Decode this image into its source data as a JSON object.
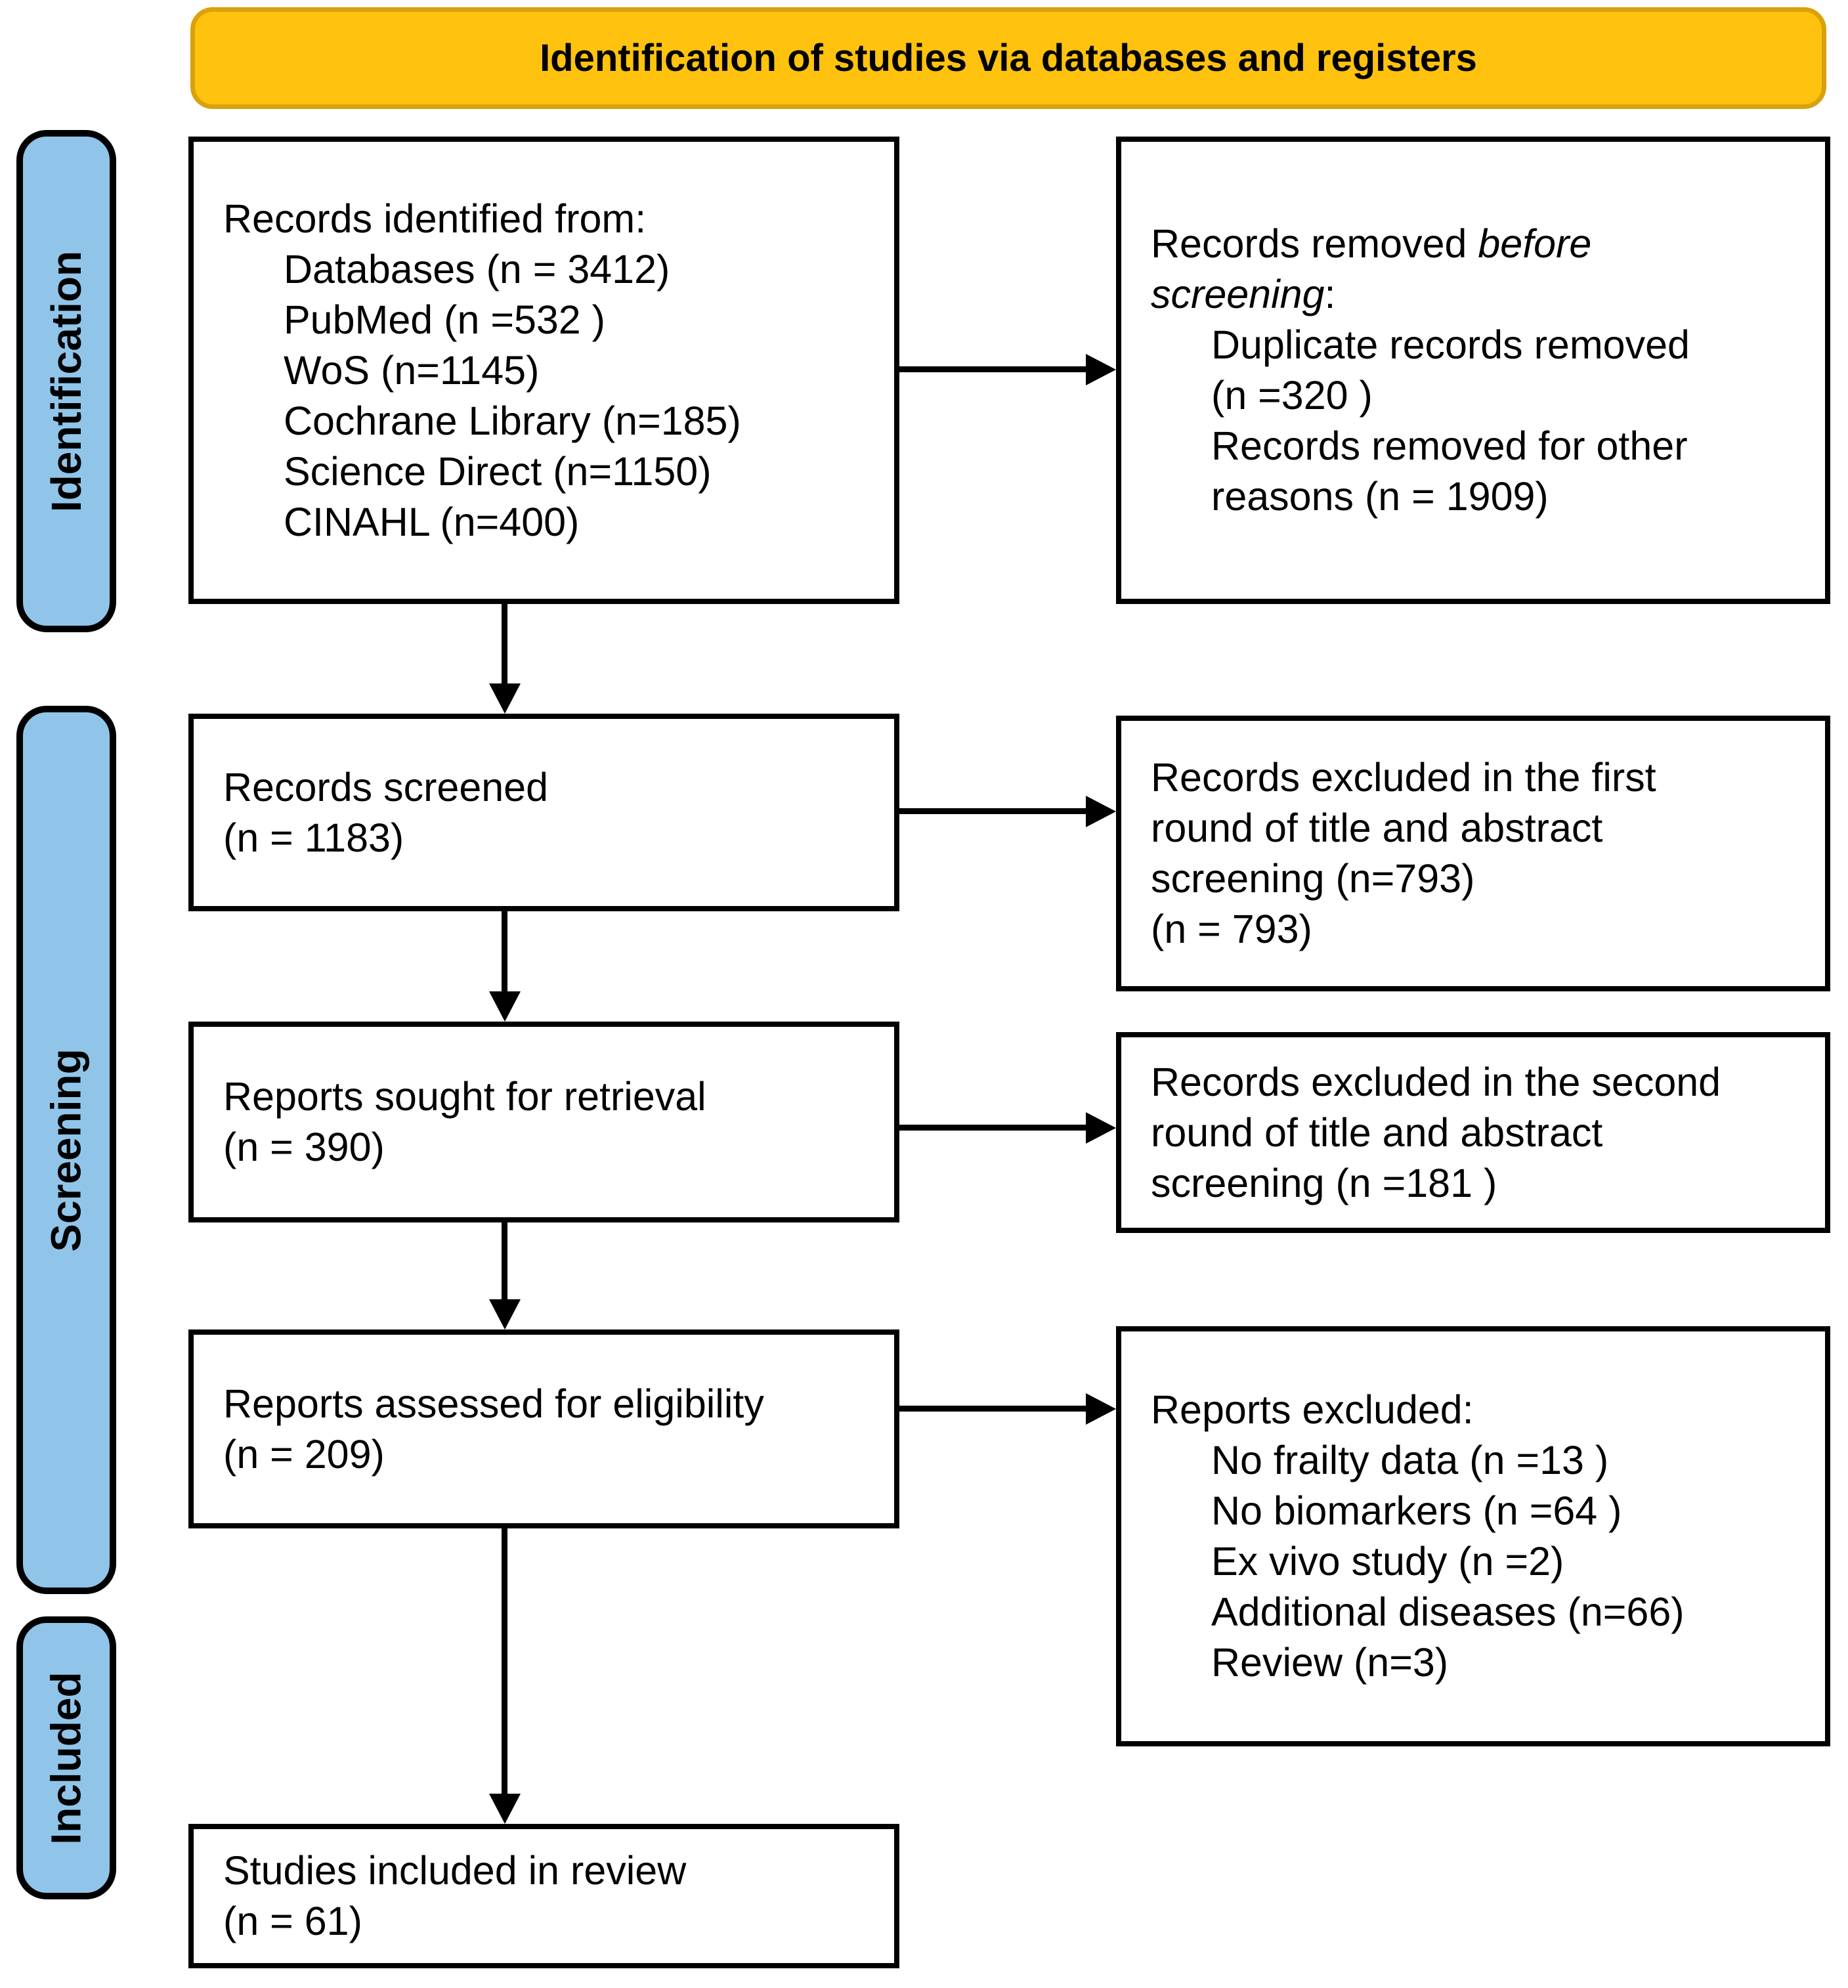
{
  "header": {
    "title": "Identification of studies via databases and registers"
  },
  "colors": {
    "header_bg": "#FFC20E",
    "header_border": "#D9A10B",
    "stage_bg": "#90C5E9",
    "ink": "#000000"
  },
  "stages": [
    {
      "label": "Identification"
    },
    {
      "label": "Screening"
    },
    {
      "label": "Included"
    }
  ],
  "boxes": {
    "identified": {
      "lines": [
        {
          "text": "Records identified from:",
          "indent": false
        },
        {
          "text": "Databases (n = 3412)",
          "indent": true
        },
        {
          "text": "PubMed (n =532 )",
          "indent": true
        },
        {
          "text": "WoS (n=1145)",
          "indent": true
        },
        {
          "text": "Cochrane Library (n=185)",
          "indent": true
        },
        {
          "text": "Science Direct (n=1150)",
          "indent": true
        },
        {
          "text": "CINAHL (n=400)",
          "indent": true
        }
      ]
    },
    "removed_before": {
      "heading_text": "Records removed ",
      "heading_italic_1": "before",
      "heading_italic_2": "screening",
      "heading_suffix": ":",
      "lines": [
        {
          "text": "Duplicate records removed",
          "indent": true
        },
        {
          "text": "(n =320 )",
          "indent": true
        },
        {
          "text": "Records removed for other",
          "indent": true
        },
        {
          "text": "reasons (n = 1909)",
          "indent": true
        }
      ]
    },
    "screened": {
      "lines": [
        {
          "text": "Records screened",
          "indent": false
        },
        {
          "text": "(n = 1183)",
          "indent": false
        }
      ]
    },
    "excluded_first": {
      "lines": [
        {
          "text": "Records excluded in the first",
          "indent": false
        },
        {
          "text": "round of title and abstract",
          "indent": false
        },
        {
          "text": "screening (n=793)",
          "indent": false
        },
        {
          "text": "(n = 793)",
          "indent": false
        }
      ]
    },
    "sought": {
      "lines": [
        {
          "text": "Reports sought for retrieval",
          "indent": false
        },
        {
          "text": "(n = 390)",
          "indent": false
        }
      ]
    },
    "excluded_second": {
      "lines": [
        {
          "text": "Records excluded in the second",
          "indent": false
        },
        {
          "text": "round of title and abstract",
          "indent": false
        },
        {
          "text": "screening (n =181 )",
          "indent": false
        }
      ]
    },
    "assessed": {
      "lines": [
        {
          "text": "Reports assessed for eligibility",
          "indent": false
        },
        {
          "text": "(n = 209)",
          "indent": false
        }
      ]
    },
    "reports_excluded": {
      "lines": [
        {
          "text": "Reports excluded:",
          "indent": false
        },
        {
          "text": "No frailty data (n =13 )",
          "indent": true
        },
        {
          "text": "No biomarkers (n =64 )",
          "indent": true
        },
        {
          "text": "Ex vivo study (n =2)",
          "indent": true
        },
        {
          "text": "Additional diseases (n=66)",
          "indent": true
        },
        {
          "text": "Review (n=3)",
          "indent": true
        }
      ]
    },
    "included_review": {
      "lines": [
        {
          "text": "Studies included in review",
          "indent": false
        },
        {
          "text": "(n = 61)",
          "indent": false
        }
      ]
    }
  }
}
